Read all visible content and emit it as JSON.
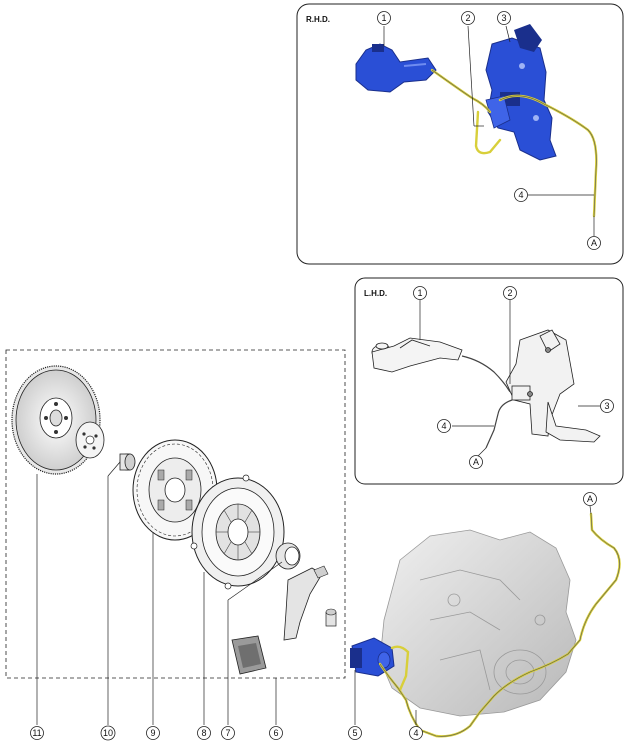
{
  "panels": {
    "rhd": {
      "title": "R.H.D."
    },
    "lhd": {
      "title": "L.H.D."
    }
  },
  "callouts": {
    "rhd_1": "1",
    "rhd_2": "2",
    "rhd_3": "3",
    "rhd_4": "4",
    "rhd_a": "A",
    "lhd_1": "1",
    "lhd_2": "2",
    "lhd_3": "3",
    "lhd_4": "4",
    "lhd_a": "A",
    "main_a": "A",
    "main_4": "4",
    "main_5": "5",
    "main_6": "6",
    "main_7": "7",
    "main_8": "8",
    "main_9": "9",
    "main_10": "10",
    "main_11": "11"
  },
  "colors": {
    "blue_part": "#2a4fd6",
    "blue_dark": "#1a2f8c",
    "hydraulic_line": "#d8cf3a",
    "outline": "#222222",
    "gray_part": "#d9d9d9"
  }
}
